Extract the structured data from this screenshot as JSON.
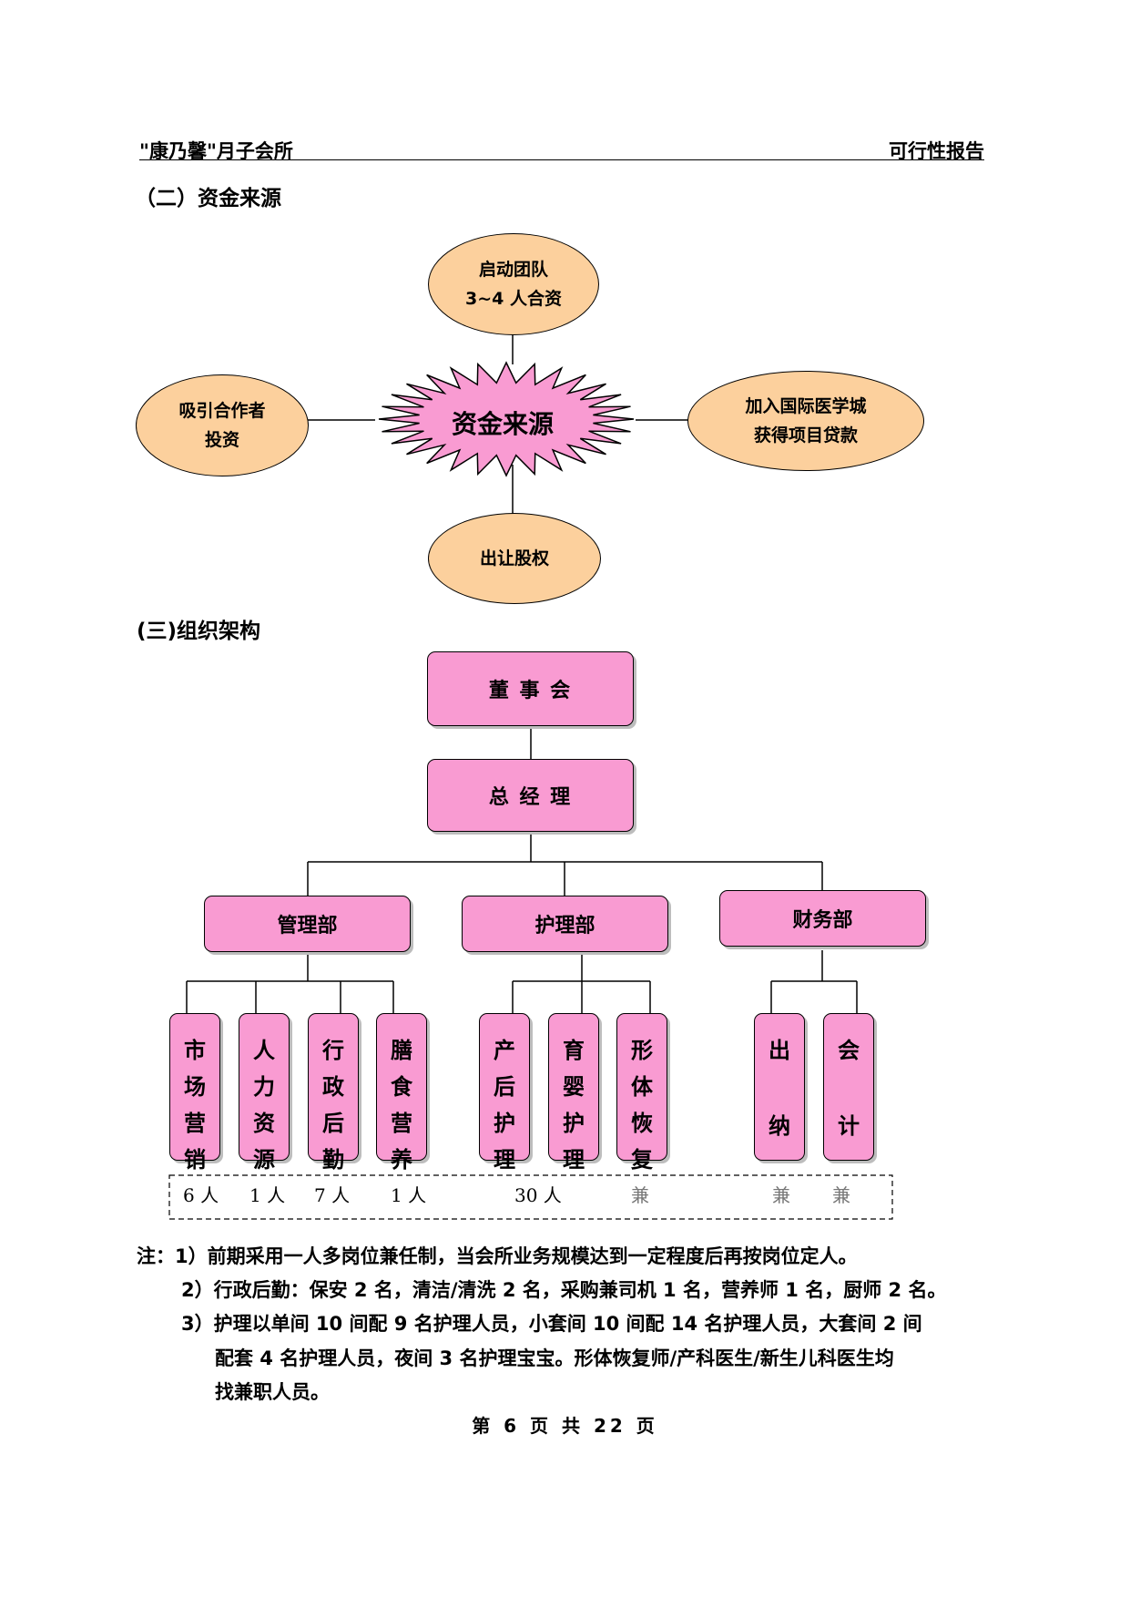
{
  "header": {
    "left": "\"康乃馨\"月子会所",
    "right": "可行性报告"
  },
  "section2": {
    "title": "（二）资金来源",
    "center": "资金来源",
    "nodes": {
      "top": [
        "启动团队",
        "3~4 人合资"
      ],
      "left": [
        "吸引合作者",
        "投资"
      ],
      "right": [
        "加入国际医学城",
        "获得项目贷款"
      ],
      "bottom": [
        "出让股权"
      ]
    }
  },
  "section3": {
    "title": "(三)组织架构",
    "board": "董 事 会",
    "gm": "总 经 理",
    "departments": [
      "管理部",
      "护理部",
      "财务部"
    ],
    "units": [
      {
        "chars": [
          "市",
          "场",
          "营",
          "销"
        ],
        "count": "6 人"
      },
      {
        "chars": [
          "人",
          "力",
          "资",
          "源"
        ],
        "count": "1 人"
      },
      {
        "chars": [
          "行",
          "政",
          "后",
          "勤"
        ],
        "count": "7 人"
      },
      {
        "chars": [
          "膳",
          "食",
          "营",
          "养"
        ],
        "count": "1 人"
      },
      {
        "chars": [
          "产",
          "后",
          "护",
          "理"
        ],
        "count": "30 人"
      },
      {
        "chars": [
          "育",
          "婴",
          "护",
          "理"
        ],
        "count": ""
      },
      {
        "chars": [
          "形",
          "体",
          "恢",
          "复"
        ],
        "count": "兼"
      },
      {
        "chars": [
          "出",
          "",
          "纳",
          ""
        ],
        "count": "兼"
      },
      {
        "chars": [
          "会",
          "",
          "计",
          ""
        ],
        "count": "兼"
      }
    ]
  },
  "notes": [
    "注：1）前期采用一人多岗位兼任制，当会所业务规模达到一定程度后再按岗位定人。",
    "2）行政后勤：保安 2 名，清洁/清洗 2 名，采购兼司机 1 名，营养师 1 名，厨师 2 名。",
    "3）护理以单间 10 间配 9 名护理人员，小套间 10 间配 14 名护理人员，大套间 2 间",
    "配套 4 名护理人员，夜间 3 名护理宝宝。形体恢复师/产科医生/新生儿科医生均",
    "找兼职人员。"
  ],
  "footer": "第 6 页 共 22 页",
  "colors": {
    "ellipse": "#fcd09d",
    "star": "#f99bd2",
    "box": "#f99bd2"
  }
}
